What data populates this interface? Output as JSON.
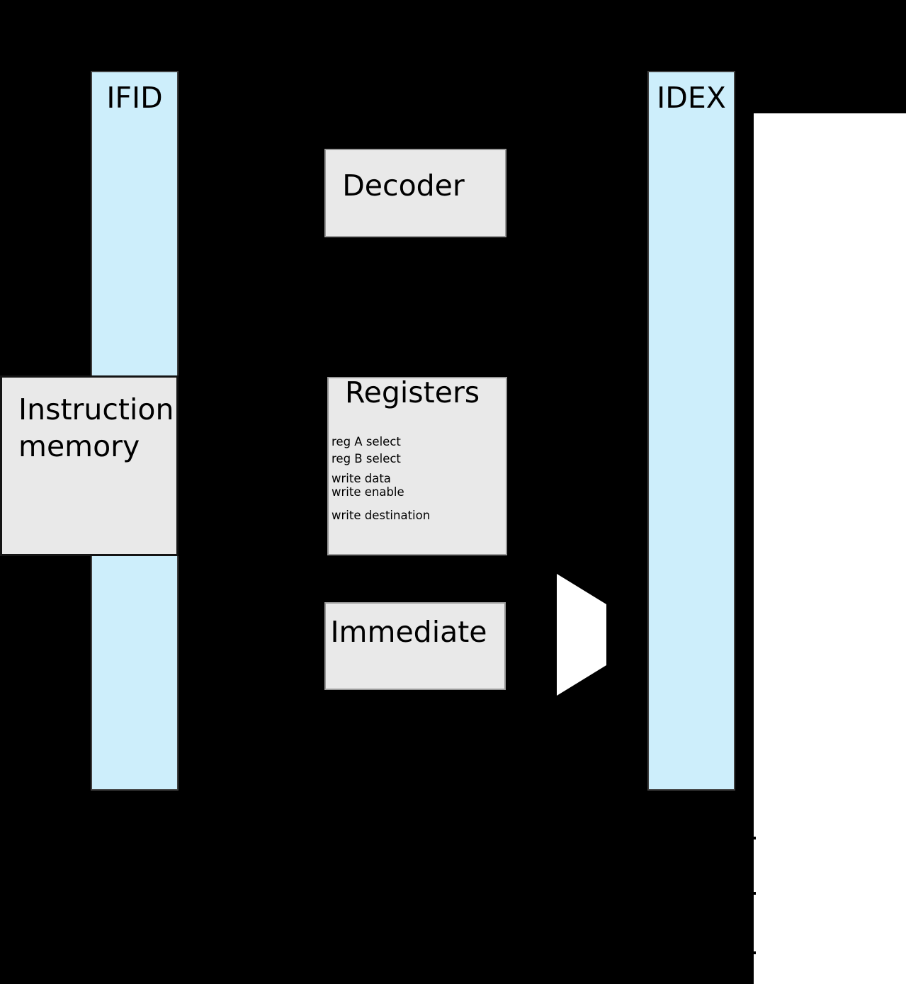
{
  "diagram_kind": "cpu-pipeline-decode-stage",
  "colors": {
    "background": "#000000",
    "register_fill": "#cdeefb",
    "register_border": "#3f3f3f",
    "block_fill": "#e9e9e9",
    "block_border": "#9a9a9a",
    "im_border": "#141414",
    "page_white": "#ffffff",
    "ink": "#000000"
  },
  "pipeline_registers": {
    "ifid": {
      "label": "IFID"
    },
    "idex": {
      "label": "IDEX"
    }
  },
  "blocks": {
    "instruction_memory": {
      "label": "Instruction\nmemory"
    },
    "decoder": {
      "label": "Decoder"
    },
    "registers": {
      "title": "Registers",
      "ports": {
        "reg_a": "reg A select",
        "reg_b": "reg B select",
        "write_data": "write data",
        "write_enable": "write enable",
        "write_destination": "write destination"
      }
    },
    "immediate": {
      "label": "Immediate"
    }
  }
}
